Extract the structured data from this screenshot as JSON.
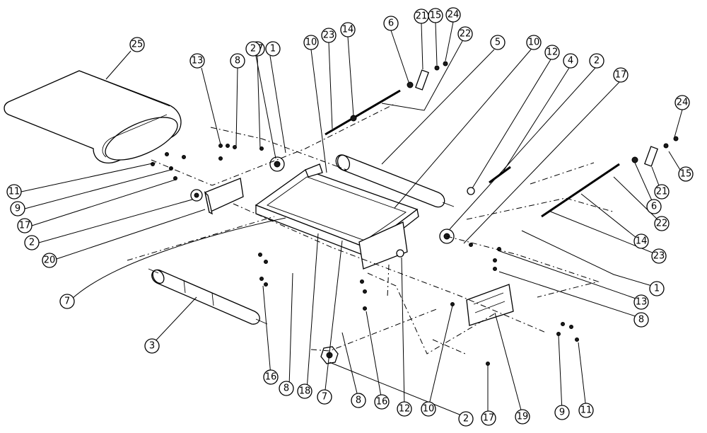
{
  "callouts": {
    "c25": "25",
    "c13a": "13",
    "c8a": "8",
    "c17a": "17",
    "c2a": "2",
    "c1a": "1",
    "c10a": "10",
    "c23a": "23",
    "c14a": "14",
    "c6a": "6",
    "c21a": "21",
    "c15a": "15",
    "c24a": "24",
    "c22a": "22",
    "c5": "5",
    "c10b": "10",
    "c12a": "12",
    "c4": "4",
    "c2b": "2",
    "c17b": "17",
    "c24b": "24",
    "c15b": "15",
    "c21b": "21",
    "c6b": "6",
    "c22b": "22",
    "c14b": "14",
    "c23b": "23",
    "c1b": "1",
    "c13b": "13",
    "c8b": "8",
    "c11a": "11",
    "c9a": "9",
    "c17c": "17",
    "c2c": "2",
    "c20": "20",
    "c7a": "7",
    "c3": "3",
    "c16a": "16",
    "c8c": "8",
    "c18": "18",
    "c7b": "7",
    "c8d": "8",
    "c16b": "16",
    "c12b": "12",
    "c10c": "10",
    "c2d": "2",
    "c17d": "17",
    "c19": "19",
    "c9b": "9",
    "c11b": "11"
  }
}
